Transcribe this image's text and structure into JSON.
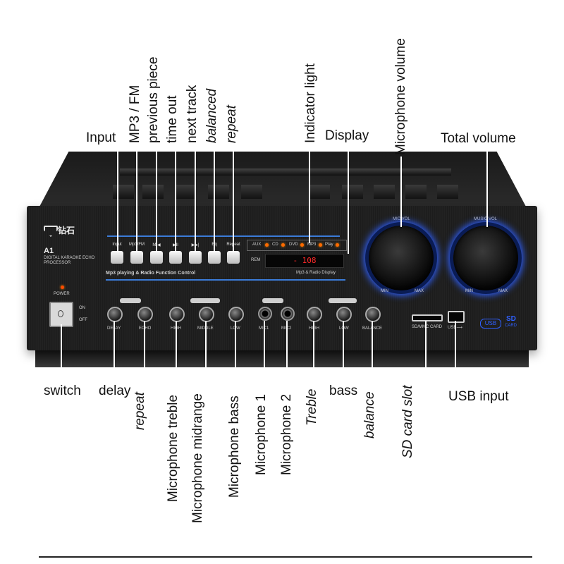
{
  "labels_top": {
    "input": "Input",
    "mp3_fm": "MP3 / FM",
    "previous_piece": "previous piece",
    "time_out": "time out",
    "next_track": "next track",
    "balanced": "balanced",
    "repeat": "repeat",
    "indicator_light": "Indicator light",
    "display": "Display",
    "microphone_volume": "Microphone volume",
    "total_volume": "Total volume"
  },
  "labels_bottom": {
    "switch": "switch",
    "delay": "delay",
    "repeat": "repeat",
    "microphone_treble": "Microphone treble",
    "microphone_midrange": "Microphone midrange",
    "microphone_bass": "Microphone bass",
    "microphone_1": "Microphone 1",
    "microphone_2": "Microphone 2",
    "treble": "Treble",
    "bass": "bass",
    "balance": "balance",
    "sd_card_slot": "SD card slot",
    "usb_input": "USB input"
  },
  "panel": {
    "brand": "钻石",
    "model": "A1",
    "model_sub_1": "DIGITAL KARAOKE ECHO",
    "model_sub_2": "PROCESSOR",
    "buttons": [
      "Input",
      "Mp3/FM",
      "M|◀",
      "▶II",
      "▶▶|",
      "Eq",
      "Repeat"
    ],
    "mp3_caption": "Mp3 playing & Radio Function Control",
    "indicators": [
      "AUX",
      "CD",
      "DVD",
      "MP3",
      "Play"
    ],
    "display_caption": "Mp3 & Radio Display",
    "display_readout": "- 108",
    "power_label": "POWER",
    "on_label": "ON",
    "off_label": "OFF",
    "knob_labels": [
      "DELAY",
      "ECHO",
      "HIGH",
      "MIDDLE",
      "LOW",
      "MIC1",
      "MIC2",
      "HIGH",
      "LOW",
      "BALANCE"
    ],
    "mic_vol_label": "MIC VOL",
    "music_vol_label": "MUSIC VOL",
    "min_label": "MIN",
    "max_label": "MAX",
    "sd_label": "SD/MMC CARD",
    "usb_badge": "USB",
    "sd_badge_top": "SD",
    "sd_badge_bottom": "CARD"
  },
  "colors": {
    "panel": "#1e1e1e",
    "accent_blue": "#2f60ff",
    "indicator_orange": "#ff6a00",
    "display_red": "#ff2a2a"
  }
}
